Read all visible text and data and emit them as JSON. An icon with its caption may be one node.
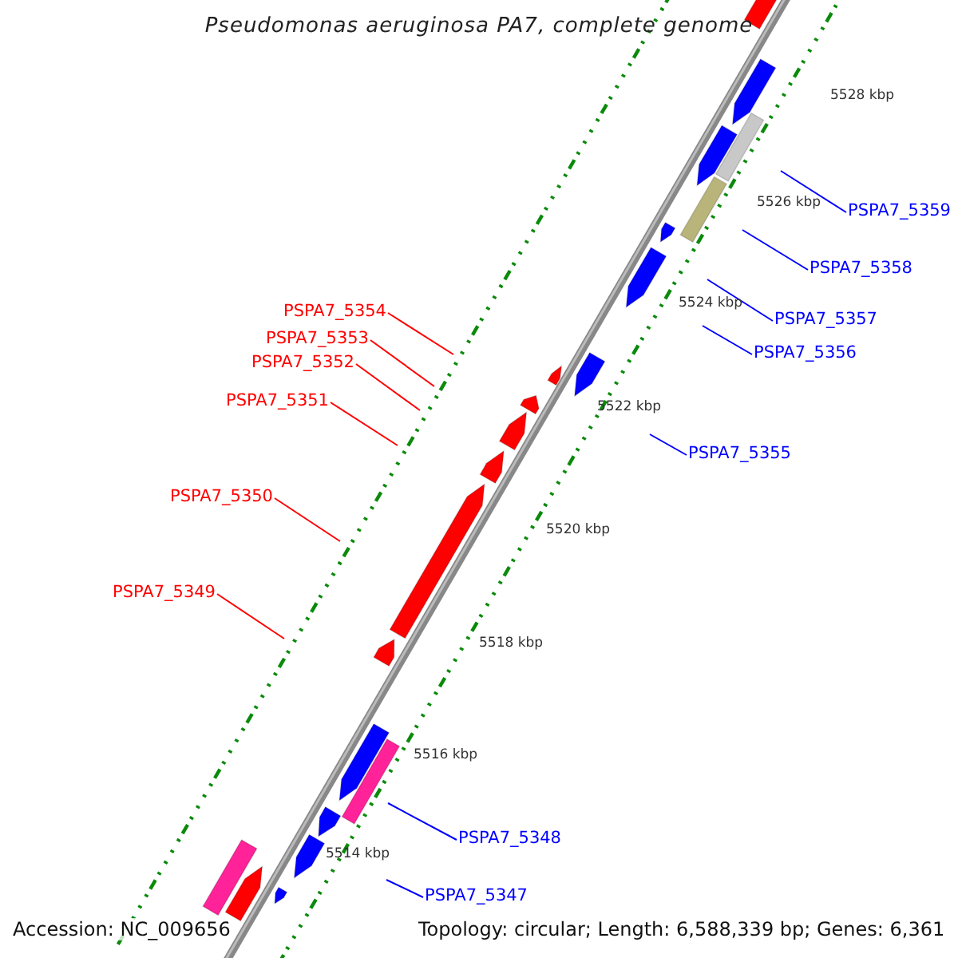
{
  "diagram": {
    "title": "Pseudomonas aeruginosa PA7, complete genome",
    "nodes": [
      {
        "text": [
          "PSPA7_5359"
        ]
      },
      {
        "text": [
          "PSPA7_5358"
        ]
      },
      {
        "text": [
          "PSPA7_5354"
        ]
      },
      {
        "text": [
          "PSPA7_5357"
        ]
      },
      {
        "text": [
          "PSPA7_5353"
        ]
      },
      {
        "text": [
          "PSPA7_5356"
        ]
      },
      {
        "text": [
          "PSPA7_5352"
        ]
      },
      {
        "text": [
          "PSPA7_5351"
        ]
      },
      {
        "text": [
          "PSPA7_5355"
        ]
      },
      {
        "text": [
          "PSPA7_5350"
        ]
      },
      {
        "text": [
          "PSPA7_5349"
        ]
      },
      {
        "text": [
          "PSPA7_5348"
        ]
      },
      {
        "text": [
          "PSPA7_5347"
        ]
      }
    ],
    "edges": [
      {
        "from": 0,
        "to": null,
        "arrow": "none"
      },
      {
        "from": 1,
        "to": null,
        "arrow": "none"
      },
      {
        "from": 2,
        "to": null,
        "arrow": "none",
        "color": "#ff0000"
      },
      {
        "from": 3,
        "to": null,
        "arrow": "none"
      },
      {
        "from": 4,
        "to": null,
        "arrow": "none",
        "color": "#ff0000"
      },
      {
        "from": 5,
        "to": null,
        "arrow": "none"
      },
      {
        "from": 6,
        "to": null,
        "arrow": "none",
        "color": "#ff0000"
      },
      {
        "from": 7,
        "to": null,
        "arrow": "none",
        "color": "#ff0000"
      },
      {
        "from": 8,
        "to": null,
        "arrow": "none"
      },
      {
        "from": 9,
        "to": null,
        "arrow": "none",
        "color": "#ff0000"
      },
      {
        "from": 10,
        "to": null,
        "arrow": "none",
        "color": "#ff0000"
      },
      {
        "from": 11,
        "to": null,
        "arrow": "none"
      },
      {
        "from": 12,
        "to": null,
        "arrow": "none"
      }
    ],
    "labels": [
      "5528 kbp",
      "5526 kbp",
      "5524 kbp",
      "5522 kbp",
      "5520 kbp",
      "5518 kbp",
      "5516 kbp",
      "5514 kbp",
      "Accession: NC_009656",
      "Topology: circular; Length: 6,588,339 bp; Genes: 6,361"
    ]
  }
}
